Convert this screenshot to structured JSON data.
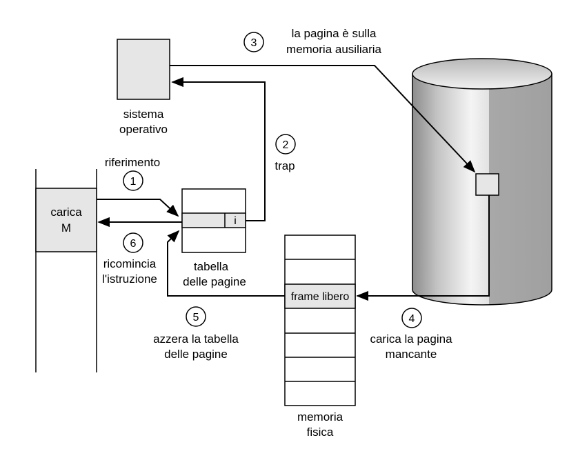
{
  "diagram": {
    "os_label": [
      "sistema",
      "operativo"
    ],
    "program": {
      "line1": "carica",
      "line2": "M"
    },
    "page_table": {
      "entry": "i",
      "label": [
        "tabella",
        "delle pagine"
      ]
    },
    "physical_memory": {
      "free_frame": "frame libero",
      "label": [
        "memoria",
        "fisica"
      ]
    },
    "steps": [
      {
        "num": "1",
        "label": [
          "riferimento"
        ]
      },
      {
        "num": "2",
        "label": [
          "trap"
        ]
      },
      {
        "num": "3",
        "label": [
          "la pagina è sulla",
          "memoria ausiliaria"
        ]
      },
      {
        "num": "4",
        "label": [
          "carica la pagina",
          "mancante"
        ]
      },
      {
        "num": "5",
        "label": [
          "azzera la tabella",
          "delle pagine"
        ]
      },
      {
        "num": "6",
        "label": [
          "ricomincia",
          "l'istruzione"
        ]
      }
    ]
  },
  "colors": {
    "box_fill": "#e6e6e6",
    "stroke": "#000000"
  }
}
